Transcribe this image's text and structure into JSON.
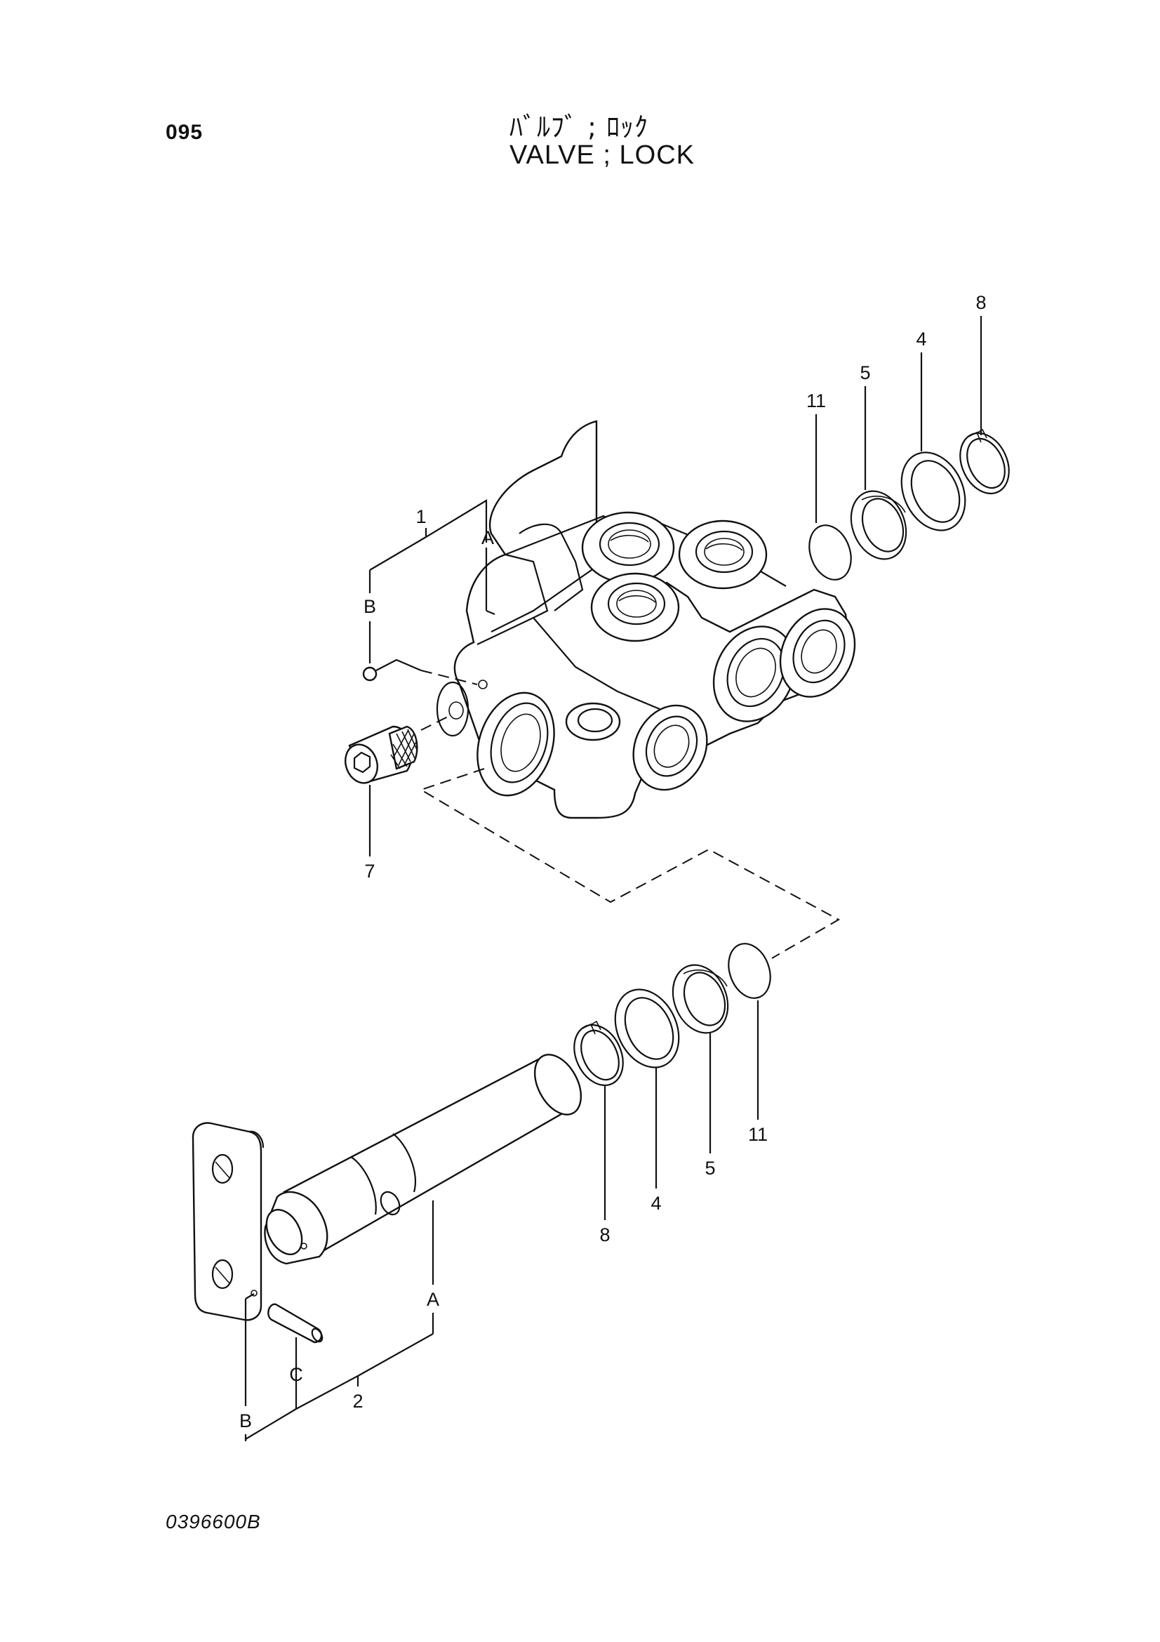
{
  "header": {
    "page_number": "095",
    "title_jp": "ﾊﾞﾙﾌﾞ ; ﾛｯｸ",
    "title_en": "VALVE ; LOCK"
  },
  "footer": {
    "drawing_code": "0396600B"
  },
  "callouts": {
    "upper": {
      "part_1": "1",
      "ref_a": "A",
      "ref_b": "B",
      "part_7": "7",
      "part_11": "11",
      "part_5": "5",
      "part_4": "4",
      "part_8": "8"
    },
    "lower": {
      "part_8": "8",
      "part_4": "4",
      "part_5": "5",
      "part_11": "11",
      "ref_a": "A",
      "ref_b": "B",
      "ref_c": "C",
      "part_2": "2"
    }
  }
}
